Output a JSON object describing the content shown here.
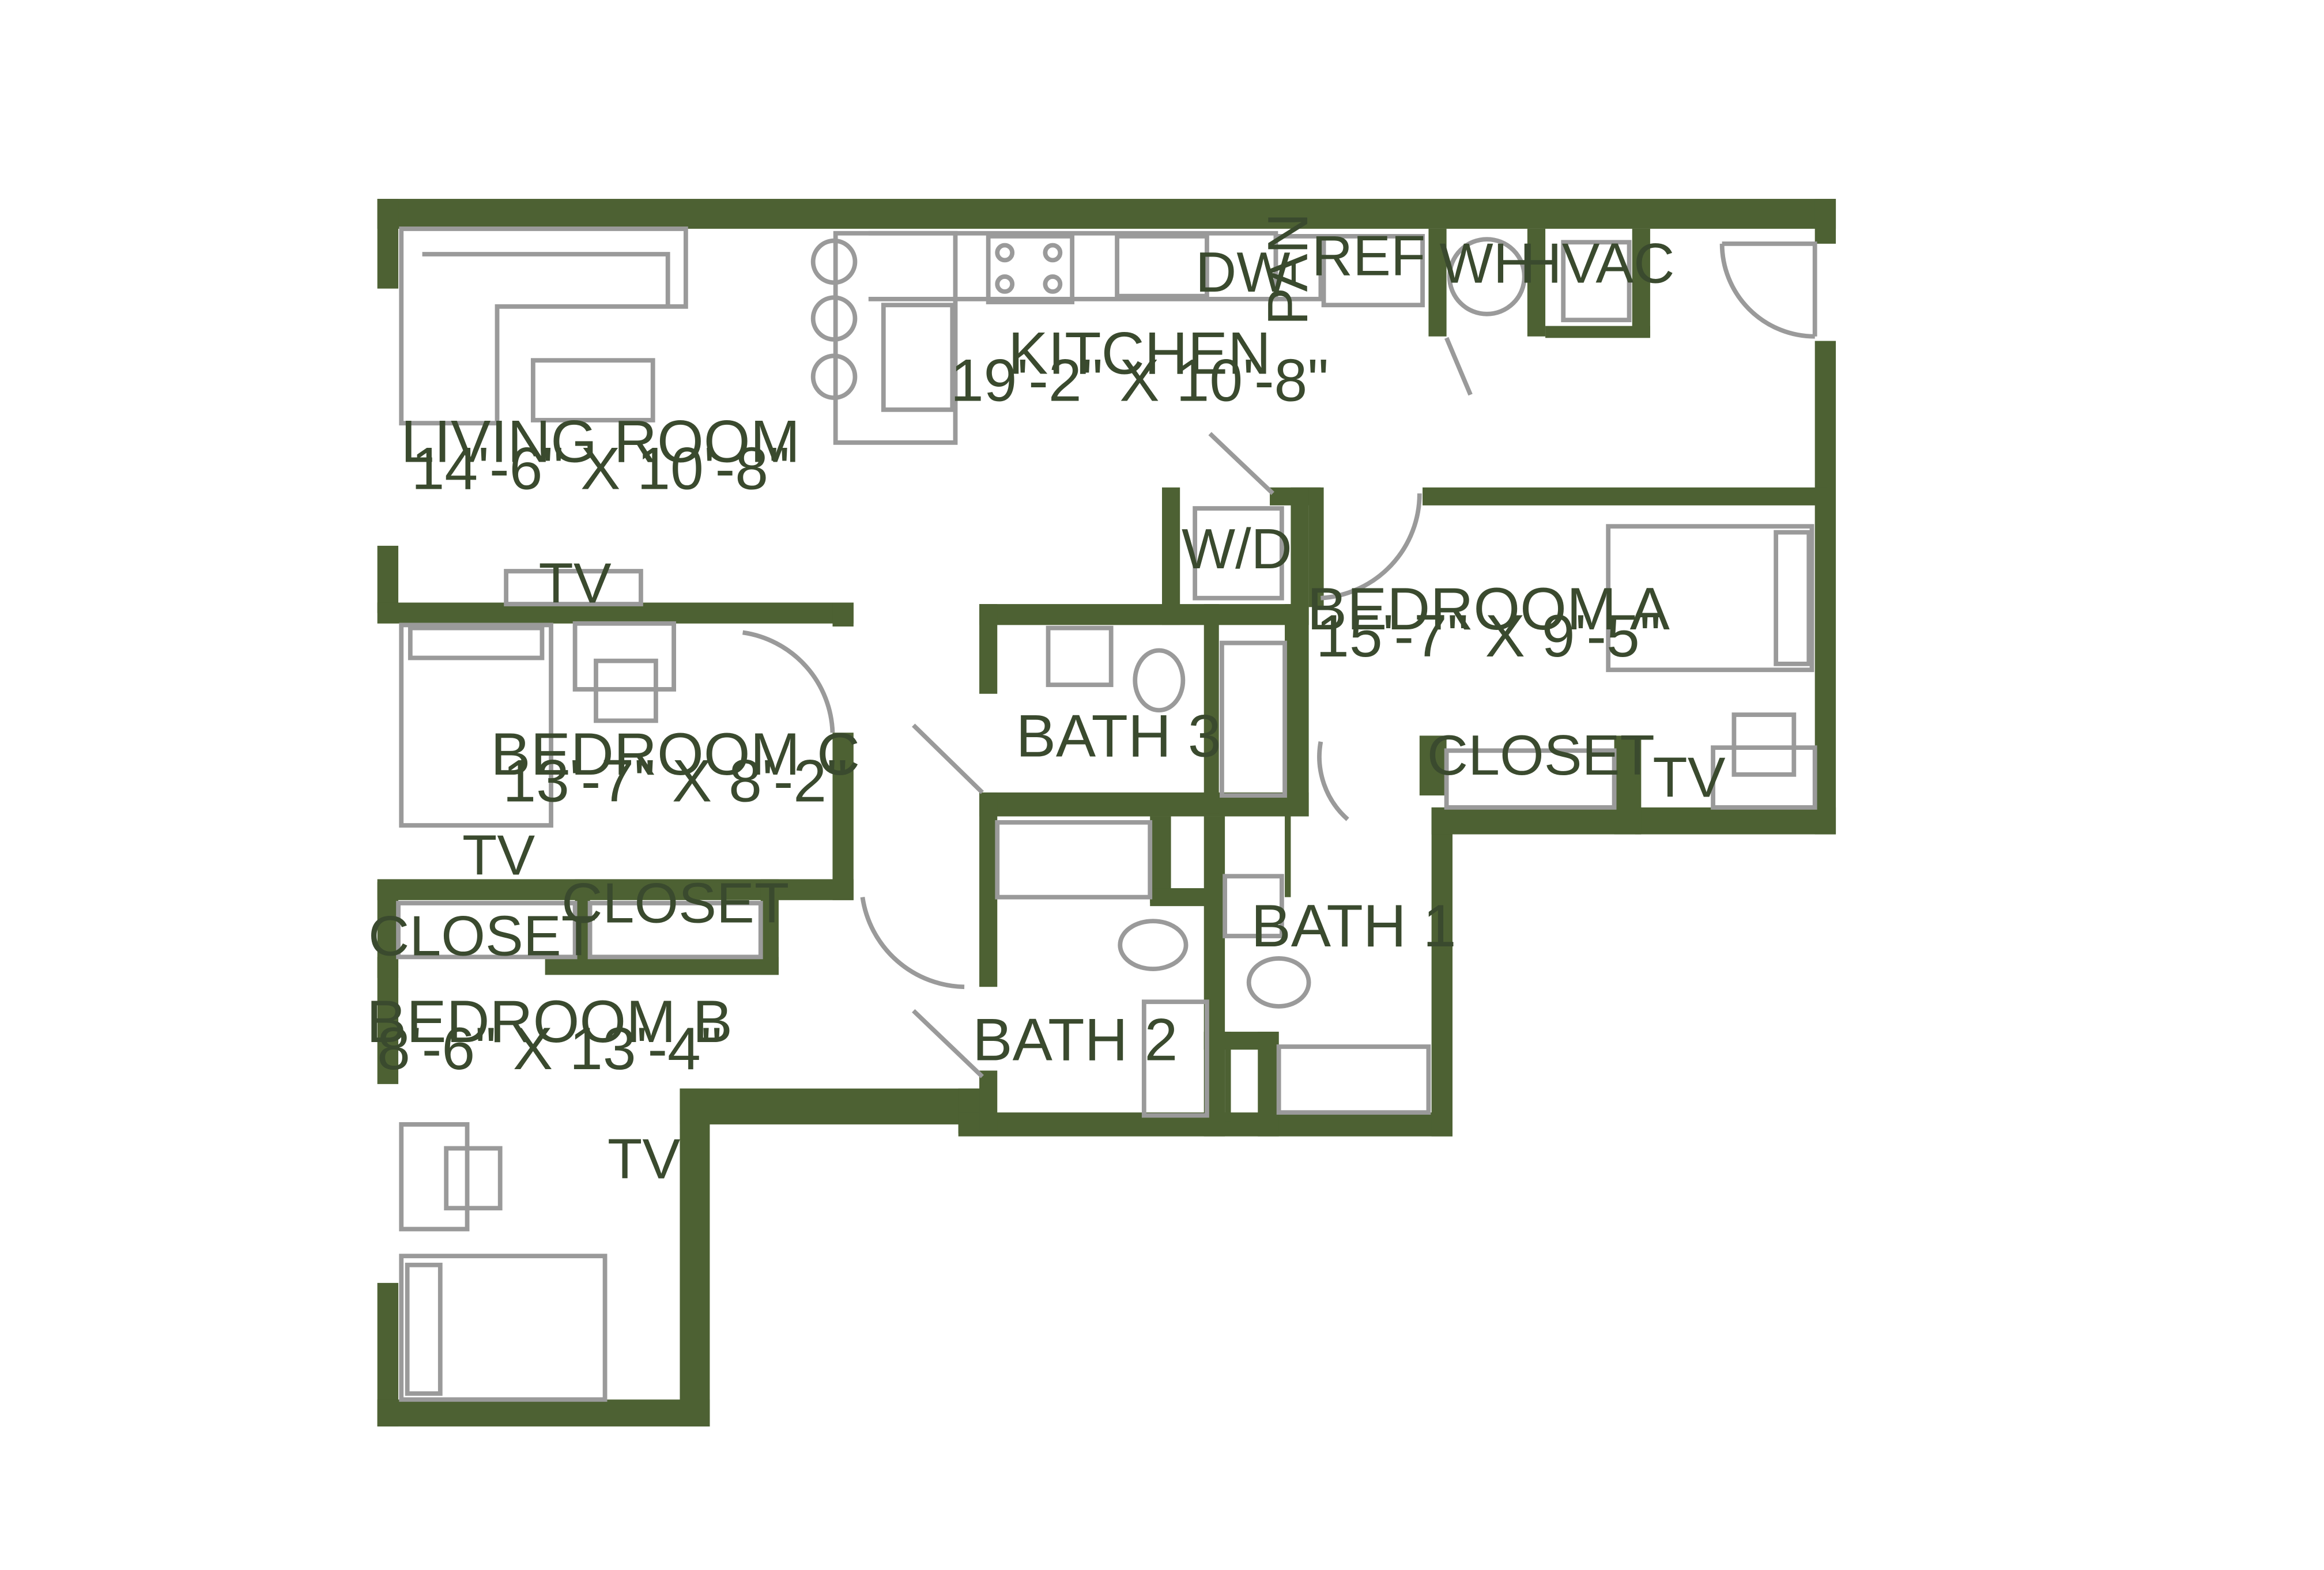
{
  "colors": {
    "wall": "#4d6133",
    "text": "#3a4a2e",
    "furniture": "#9a9a9a",
    "background": "#ffffff"
  },
  "rooms": {
    "living": {
      "name": "LIVING ROOM",
      "dims": "14'-6\" X 10'-8\""
    },
    "kitchen": {
      "name": "KITCHEN",
      "dims": "19'-2\" X 10'-8\""
    },
    "bedroom_a": {
      "name": "BEDROOM A",
      "dims": "15'-7\" X 9'-5\""
    },
    "bedroom_b": {
      "name": "BEDROOM B",
      "dims": "8'-6\" X 13'-4\""
    },
    "bedroom_c": {
      "name": "BEDROOM C",
      "dims": "13'-7\" X 8'-2\""
    },
    "bath1": {
      "name": "BATH 1"
    },
    "bath2": {
      "name": "BATH 2"
    },
    "bath3": {
      "name": "BATH 3"
    }
  },
  "fixtures": {
    "dw": "DW",
    "pan": "PAN",
    "ref": "REF",
    "wh": "WH",
    "hvac": "HVAC",
    "wd": "W/D",
    "tv": "TV",
    "closet": "CLOSET"
  }
}
